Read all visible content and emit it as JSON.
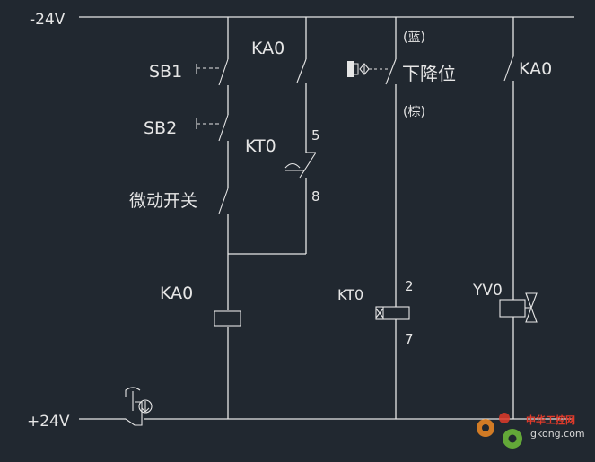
{
  "rails": {
    "top": "-24V",
    "bottom": "+24V"
  },
  "labels": {
    "sb1": "SB1",
    "sb2": "SB2",
    "micro_switch": "微动开关",
    "ka0_contact_col2": "KA0",
    "kt0_contact": "KT0",
    "kt0_pin_top": "5",
    "kt0_pin_bottom": "8",
    "ka0_coil": "KA0",
    "wire_blue": "(蓝)",
    "lower_position": "下降位",
    "wire_brown": "(棕)",
    "kt0_coil": "KT0",
    "kt0_coil_pin_top": "2",
    "kt0_coil_pin_bottom": "7",
    "ka0_contact_col4": "KA0",
    "yv0": "YV0"
  },
  "watermark": {
    "text": "中华工控网",
    "url": "gkong.com"
  },
  "colors": {
    "background": "#212830",
    "line": "#e6e6e6",
    "watermark_orange": "#f08a24",
    "watermark_green": "#6fbf3a",
    "watermark_red": "#e03a2a"
  }
}
